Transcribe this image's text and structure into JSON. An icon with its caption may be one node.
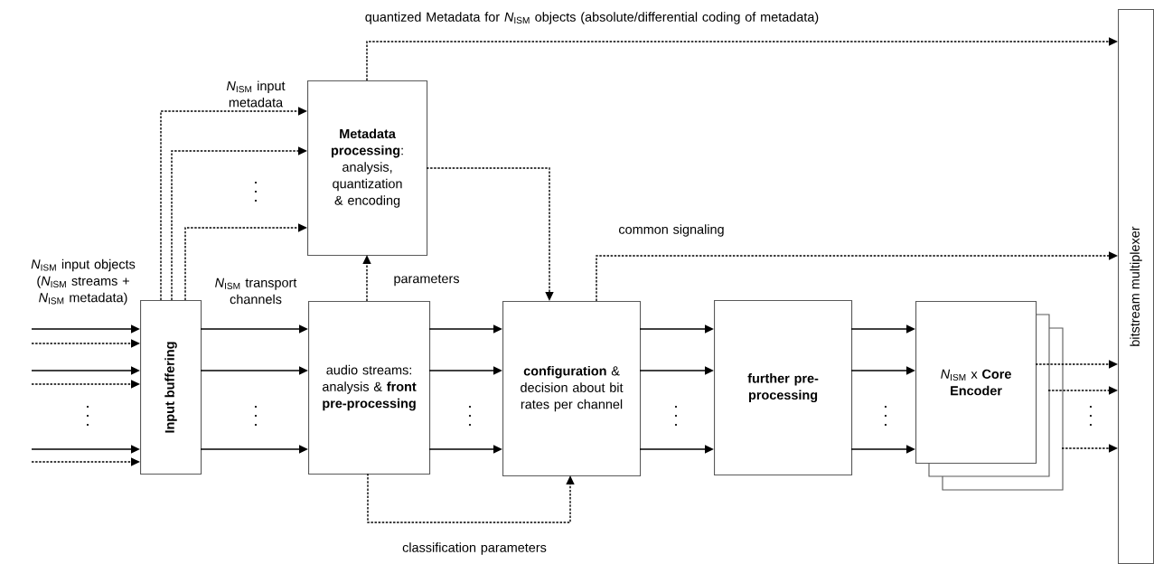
{
  "diagram": {
    "nodes": [
      {
        "text": [
          "Input buffering"
        ]
      },
      {
        "text": [
          "**Metadata processing**: analysis, quantization & encoding"
        ]
      },
      {
        "text": [
          "audio streams: analysis & **front pre-processing**"
        ]
      },
      {
        "text": [
          "**configuration** & decision about bit rates per channel"
        ]
      },
      {
        "text": [
          "further pre-processing"
        ]
      },
      {
        "text": [
          "*N*$_{ISM}$ x **Core Encoder**"
        ]
      },
      {
        "text": [
          "bitstream multiplexer"
        ]
      }
    ],
    "edges": [
      {
        "from": null,
        "to": 0,
        "arrow": "to"
      },
      {
        "from": null,
        "to": 0,
        "arrow": "to",
        "style": "dashed"
      },
      {
        "from": null,
        "to": 0,
        "arrow": "to"
      },
      {
        "from": null,
        "to": 0,
        "arrow": "to",
        "style": "dashed"
      },
      {
        "from": null,
        "to": 0,
        "arrow": "to"
      },
      {
        "from": null,
        "to": 0,
        "arrow": "to",
        "style": "dashed"
      },
      {
        "from": 0,
        "to": 1,
        "arrow": "to",
        "style": "dashed",
        "label": "*N*$_{ISM}$ input metadata"
      },
      {
        "from": 0,
        "to": 1,
        "arrow": "to",
        "style": "dashed"
      },
      {
        "from": 0,
        "to": 1,
        "arrow": "to",
        "style": "dashed"
      },
      {
        "from": 0,
        "to": 2,
        "arrow": "to",
        "label": "*N*$_{ISM}$ transport channels"
      },
      {
        "from": 0,
        "to": 2,
        "arrow": "to"
      },
      {
        "from": 0,
        "to": 2,
        "arrow": "to"
      },
      {
        "from": 2,
        "to": 1,
        "arrow": "to",
        "style": "dashed",
        "label": "parameters"
      },
      {
        "from": 1,
        "to": 3,
        "arrow": "to",
        "style": "dashed"
      },
      {
        "from": 2,
        "to": 3,
        "arrow": "to",
        "style": "dashed",
        "label": "classification parameters"
      },
      {
        "from": 2,
        "to": 3,
        "arrow": "to"
      },
      {
        "from": 2,
        "to": 3,
        "arrow": "to"
      },
      {
        "from": 2,
        "to": 3,
        "arrow": "to"
      },
      {
        "from": 3,
        "to": 6,
        "arrow": "to",
        "style": "dashed",
        "label": "common signaling"
      },
      {
        "from": 1,
        "to": 6,
        "arrow": "to",
        "style": "dashed",
        "label": "quantized Metadata for *N*$_{ISM}$ objects (absolute/differential coding of metadata)"
      },
      {
        "from": 3,
        "to": 4,
        "arrow": "to"
      },
      {
        "from": 3,
        "to": 4,
        "arrow": "to"
      },
      {
        "from": 3,
        "to": 4,
        "arrow": "to"
      },
      {
        "from": 4,
        "to": 5,
        "arrow": "to"
      },
      {
        "from": 4,
        "to": 5,
        "arrow": "to"
      },
      {
        "from": 4,
        "to": 5,
        "arrow": "to"
      },
      {
        "from": 5,
        "to": 6,
        "arrow": "to",
        "style": "dashed"
      },
      {
        "from": 5,
        "to": 6,
        "arrow": "to",
        "style": "dashed"
      },
      {
        "from": 5,
        "to": 6,
        "arrow": "to",
        "style": "dashed"
      }
    ],
    "labels": [
      "*N*$_{ISM}$ input objects (*N*$_{ISM}$ streams + *N*$_{ISM}$ metadata)"
    ]
  }
}
